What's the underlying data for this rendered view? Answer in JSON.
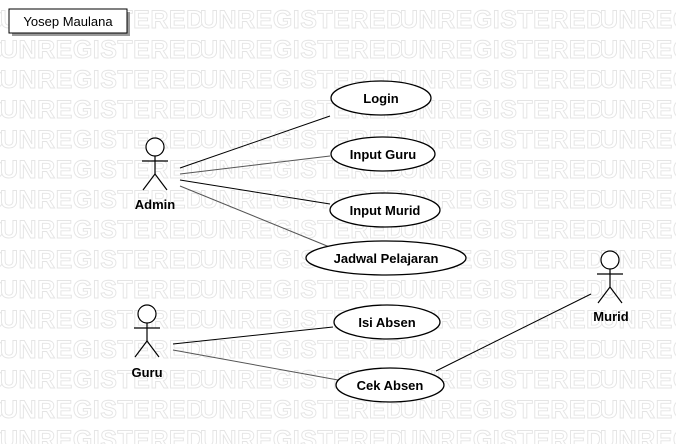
{
  "diagram": {
    "title": "Yosep Maulana",
    "watermark": "UNREGISTERED",
    "actors": {
      "admin": "Admin",
      "guru": "Guru",
      "murid": "Murid"
    },
    "use_cases": {
      "login": "Login",
      "input_guru": "Input Guru",
      "input_murid": "Input Murid",
      "jadwal": "Jadwal Pelajaran",
      "isi_absen": "Isi Absen",
      "cek_absen": "Cek Absen"
    },
    "associations": [
      {
        "from": "Admin",
        "to": "Login"
      },
      {
        "from": "Admin",
        "to": "Input Guru"
      },
      {
        "from": "Admin",
        "to": "Input Murid"
      },
      {
        "from": "Admin",
        "to": "Jadwal Pelajaran"
      },
      {
        "from": "Guru",
        "to": "Isi Absen"
      },
      {
        "from": "Guru",
        "to": "Cek Absen"
      },
      {
        "from": "Murid",
        "to": "Cek Absen"
      }
    ]
  }
}
